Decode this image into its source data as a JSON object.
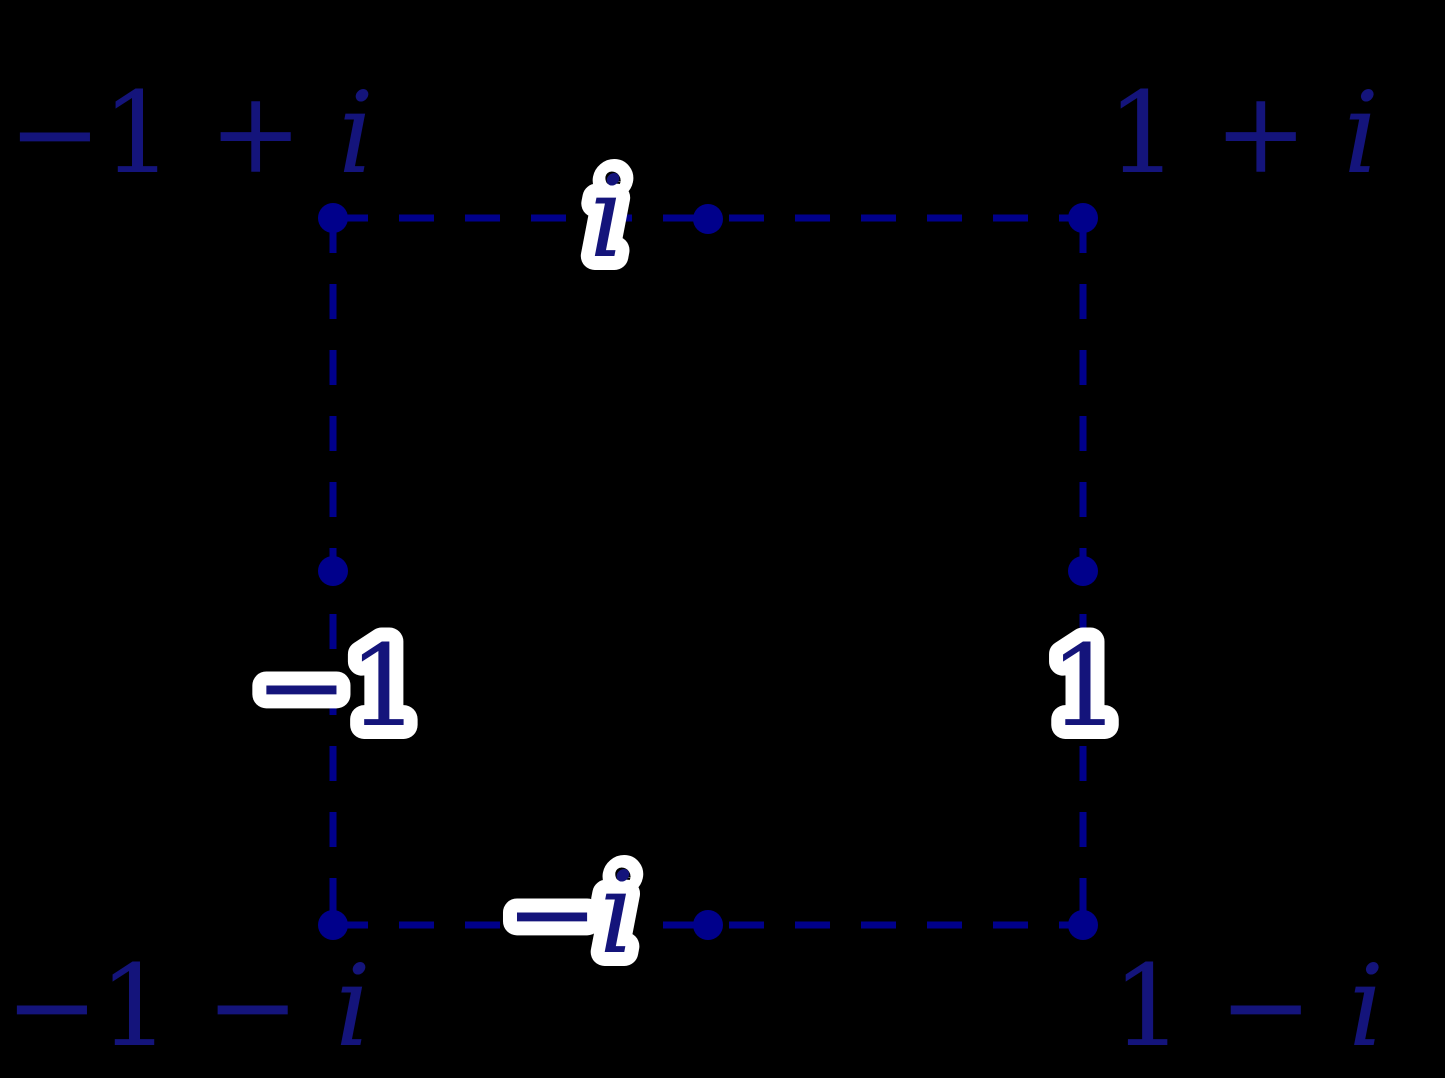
{
  "figure": {
    "description": "Square in the complex plane with vertices at the four complex numbers ±1±i and dots marking edge midpoints at i, -1, 1, -i",
    "colors": {
      "background": "#000000",
      "line": "#00008B",
      "dot": "#00008B",
      "text": "#14147B",
      "halo": "#FFFFFF"
    },
    "vertex_labels": {
      "top_left": {
        "upright": "−1 + ",
        "italic": "i",
        "value": "-1+i"
      },
      "top_right": {
        "upright": "1 + ",
        "italic": "i",
        "value": "1+i"
      },
      "bottom_left": {
        "upright": "−1 − ",
        "italic": "i",
        "value": "-1-i"
      },
      "bottom_right": {
        "upright": "1 − ",
        "italic": "i",
        "value": "1-i"
      }
    },
    "midpoint_labels": {
      "top": {
        "upright": "",
        "italic": "i",
        "value": "i"
      },
      "left": {
        "upright": "−1",
        "italic": "",
        "value": "-1"
      },
      "right": {
        "upright": "1",
        "italic": "",
        "value": "1"
      },
      "bottom": {
        "upright": "−",
        "italic": "i",
        "value": "-i"
      }
    }
  }
}
